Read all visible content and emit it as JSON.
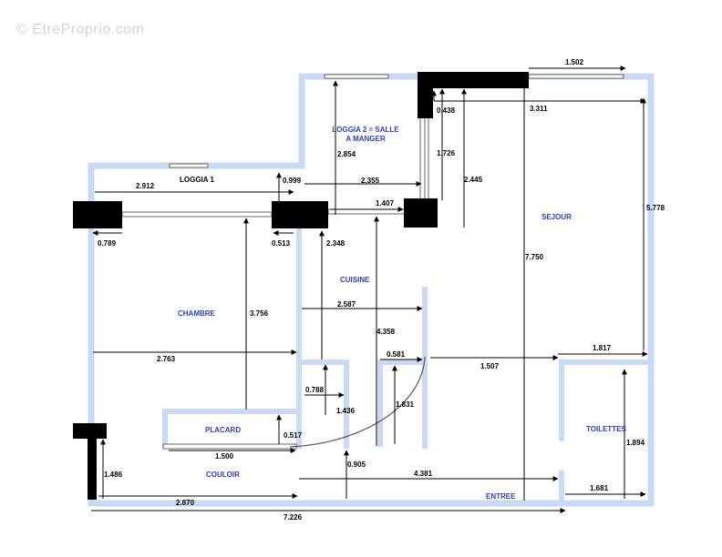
{
  "watermark": "© EtreProprio.com",
  "colors": {
    "wall": "#c9daf5",
    "room_label": "#2b3fbf",
    "dimension": "#000000"
  },
  "rooms": {
    "loggia1": "LOGGIA 1",
    "loggia2_line1": "LOGGIA 2 = SALLE",
    "loggia2_line2": "A MANGER",
    "sejour": "SEJOUR",
    "cuisine": "CUISINE",
    "chambre": "CHAMBRE",
    "placard": "PLACARD",
    "toilettes": "TOILETTES",
    "couloir": "COULOIR",
    "entree": "ENTREE"
  },
  "dimensions": {
    "d1502": "1.502",
    "d3311": "3.311",
    "d0438": "0.438",
    "d1726": "1.726",
    "d2445": "2.445",
    "d5778": "5.778",
    "d2854": "2.854",
    "d2912": "2.912",
    "d0999": "0.999",
    "d2355": "2.355",
    "d1407": "1.407",
    "d0789": "0.789",
    "d0513": "0.513",
    "d2348": "2.348",
    "d7750": "7.750",
    "d3756": "3.756",
    "d2587": "2.587",
    "d4358": "4.358",
    "d0581": "0.581",
    "d2763": "2.763",
    "d1507": "1.507",
    "d1817": "1.817",
    "d0788": "0.788",
    "d1436": "1.436",
    "d1831": "1.831",
    "d0517": "0.517",
    "d1500": "1.500",
    "d0905": "0.905",
    "d1486": "1.486",
    "d4381": "4.381",
    "d1894": "1.894",
    "d1681": "1.681",
    "d2870": "2.870",
    "d7226": "7.226"
  }
}
